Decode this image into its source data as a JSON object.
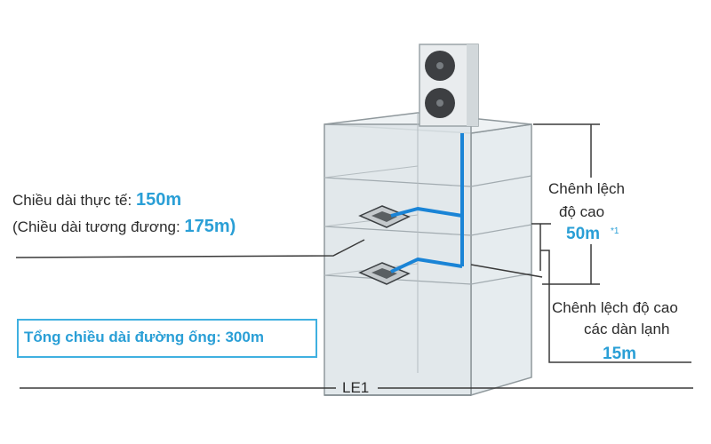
{
  "annotations": {
    "actual_length_label": "Chiều dài thực tế:",
    "actual_length_value": "150m",
    "equivalent_length_label": "(Chiều dài tương đương:",
    "equivalent_length_value": "175m)",
    "total_pipe_length": "Tổng chiều dài đường ống: 300m",
    "height_diff_line1": "Chênh lệch",
    "height_diff_line2": "độ cao",
    "height_diff_value": "50m",
    "height_diff_note": "*1",
    "indoor_diff_line1": "Chênh lệch độ cao",
    "indoor_diff_line2": "các dàn lạnh",
    "indoor_diff_value": "15m",
    "le1_label": "LE1"
  },
  "colors": {
    "pipe": "#1a84d6",
    "accent_text": "#2a9fd6",
    "box_border": "#3fb0e0",
    "building_fill": "#dfe6ea",
    "building_stroke": "#8a9499"
  }
}
